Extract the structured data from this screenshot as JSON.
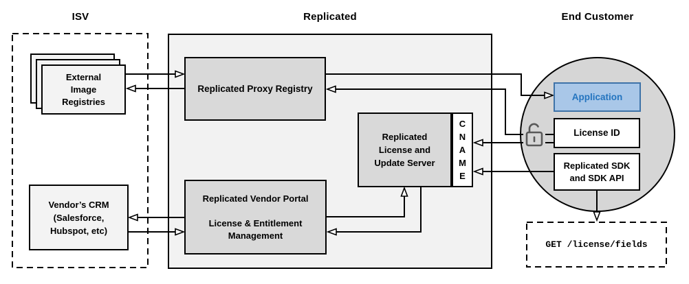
{
  "diagram": {
    "title_row": {
      "isv": "ISV",
      "replicated": "Replicated",
      "end_customer": "End Customer"
    },
    "nodes": {
      "external_image_registries": {
        "label": "External\nImage\nRegistries"
      },
      "vendors_crm": {
        "label": "Vendor’s CRM\n(Salesforce,\nHubspot, etc)"
      },
      "replicated_proxy_registry": {
        "label": "Replicated Proxy Registry"
      },
      "replicated_license_update_server": {
        "label": "Replicated\nLicense and\nUpdate Server"
      },
      "cname": {
        "label": "CNAME"
      },
      "replicated_vendor_portal": {
        "label": "Replicated Vendor Portal\n\nLicense & Entitlement\nManagement"
      },
      "application": {
        "label": "Application"
      },
      "license_id": {
        "label": "License ID"
      },
      "replicated_sdk": {
        "label": "Replicated SDK\nand SDK API"
      },
      "get_license_fields": {
        "label": "GET /license/fields"
      }
    },
    "icons": {
      "unlock": "open-padlock-icon"
    },
    "edges": [
      {
        "from": "external_image_registries",
        "to": "replicated_proxy_registry"
      },
      {
        "from": "replicated_proxy_registry",
        "to": "external_image_registries"
      },
      {
        "from": "replicated_proxy_registry",
        "to": "application"
      },
      {
        "from": "license_id",
        "to": "replicated_proxy_registry"
      },
      {
        "from": "license_id",
        "to": "cname"
      },
      {
        "from": "replicated_sdk",
        "to": "cname"
      },
      {
        "from": "replicated_vendor_portal",
        "to": "replicated_license_update_server"
      },
      {
        "from": "replicated_license_update_server",
        "to": "replicated_vendor_portal"
      },
      {
        "from": "replicated_vendor_portal",
        "to": "vendors_crm"
      },
      {
        "from": "vendors_crm",
        "to": "replicated_vendor_portal"
      },
      {
        "from": "replicated_sdk",
        "to": "get_license_fields"
      }
    ],
    "colors": {
      "container_fill": "#f2f2f2",
      "gray_node_fill": "#d9d9d9",
      "light_node_fill": "#f3f3f3",
      "circle_fill": "#d6d6d6",
      "application_fill": "#a9c7e8",
      "application_border": "#3d72a8",
      "application_text": "#2374bf",
      "line_color": "#000000",
      "lock_color": "#595959"
    }
  }
}
